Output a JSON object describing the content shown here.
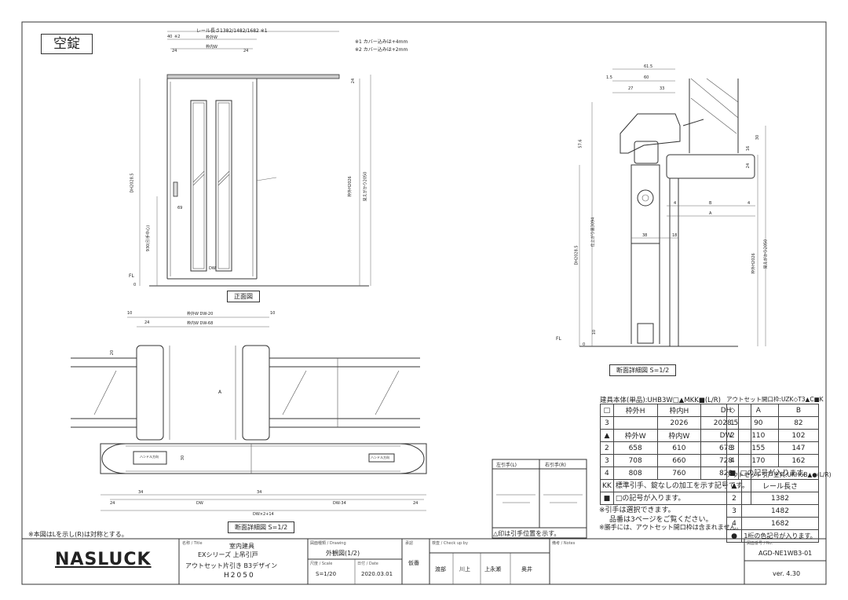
{
  "stamp": "空錠",
  "notes": {
    "cover1": "※1 カバー込みは+4mm",
    "cover2": "※2 カバー込みは+2mm",
    "mirror": "※本図はLを示し(R)は対称とする。"
  },
  "front": {
    "rail_dim": "レール長さ1382/1482/1682 ※1",
    "d40": "40",
    "d52": "※2",
    "frame_w": "枠外W",
    "inner_w": "枠内W",
    "d24a": "24",
    "d24b": "24",
    "d24c": "24",
    "dh": "DH2028.5",
    "handle_h": "930(引手中心)",
    "d69": "69",
    "dw": "DW",
    "frame_h": "枠外H2026",
    "pass_h": "見えがかり2050",
    "fl": "FL",
    "d0": "0",
    "caption": "正面図"
  },
  "plan": {
    "d10a": "10",
    "d10b": "10",
    "frame_w": "枠外W DW-20",
    "inner_w": "枠内W DW-68",
    "d24": "24",
    "dA": "A",
    "d20": "20",
    "d30": "30",
    "d34a": "34",
    "d34b": "34",
    "d24l": "24",
    "d24r": "24",
    "dw": "DW",
    "dw34": "DW-34",
    "total": "DW×2+14",
    "arrow_l": "ハンドル方向",
    "arrow_r": "ハンドル方向",
    "caption": "断面詳細図 S=1/2"
  },
  "section": {
    "d615": "61.5",
    "d15": "1.5",
    "d60": "60",
    "d27": "27",
    "d33": "33",
    "d576": "57.6",
    "d16": "16",
    "d30": "30",
    "d24": "24",
    "d4a": "4",
    "d4b": "4",
    "dB": "B",
    "dA": "A",
    "d38": "38",
    "d18": "18",
    "fin_h": "仕上がり高3094",
    "dh": "DH2028.5",
    "frame_h": "枠外H2026",
    "pass_h": "見えがかり2050",
    "d10": "10",
    "fl": "FL",
    "d0": "0",
    "caption": "断面詳細図 S=1/2"
  },
  "pull_diagram": {
    "left": "左引手(L)",
    "right": "右引手(R)",
    "note": "△印は引手位置を示す。"
  },
  "body_table": {
    "title": "建具本体(単品):UHB3W□▲MKK■(L/R)",
    "rows": [
      [
        "□",
        "枠外H",
        "枠内H",
        "DH"
      ],
      [
        "3",
        "",
        "2026",
        "2028.5"
      ],
      [
        "▲",
        "枠外W",
        "枠内W",
        "DW"
      ],
      [
        "2",
        "658",
        "610",
        "678"
      ],
      [
        "3",
        "708",
        "660",
        "728"
      ],
      [
        "4",
        "808",
        "760",
        "828"
      ]
    ],
    "kk_sym": "KK",
    "kk_text": "標準引手、錠なしの加工を示す記号です。",
    "sq_sym": "■",
    "sq_text": "□の記号が入ります。"
  },
  "frame_table": {
    "title": "アウトセット開口枠:UZK◇T3▲C■K",
    "rows": [
      [
        "◇",
        "A",
        "B"
      ],
      [
        "1",
        "90",
        "82"
      ],
      [
        "2",
        "110",
        "102"
      ],
      [
        "3",
        "155",
        "147"
      ],
      [
        "4",
        "170",
        "162"
      ]
    ],
    "sq_sym": "■",
    "sq_text": "□の記号が入ります。"
  },
  "rail_table": {
    "title": "アウトセット引戸金具:UKH6B▲●(L/R)",
    "rows": [
      [
        "▲",
        "レール長さ"
      ],
      [
        "2",
        "1382"
      ],
      [
        "3",
        "1482"
      ],
      [
        "4",
        "1682"
      ]
    ],
    "dot_sym": "●",
    "dot_text": "1桁の色記号が入ります。"
  },
  "remarks": [
    "※引手は選択できます。",
    "品番は3ページをご覧ください。",
    "※勝手には、アウトセット開口枠は含まれません。"
  ],
  "title_block": {
    "logo": "NASLUCK",
    "name_lbl": "名称 / Title",
    "name1": "室内建具",
    "name2": "EXシリーズ 上吊引戸",
    "name3": "アウトセット片引き B3デザイン",
    "name4": "H2050",
    "dwg_lbl": "図面種類 / Drawing",
    "dwg": "外観図(1/2)",
    "scale_lbl": "尺度 / Scale",
    "scale": "S=1/20",
    "date_lbl": "日付 / Date",
    "date": "2020.03.01",
    "appr_lbl": "承認",
    "appr": "仮番",
    "check_lbl": "検査 / Check up by",
    "m1": "渡部",
    "m2": "川上",
    "m3": "上永瀬",
    "m4": "奥井",
    "note_lbl": "備考 / Notes",
    "no_lbl": "図面番号 / No.",
    "no": "AGD-NE1WB3-01",
    "ver": "ver. 4.30"
  }
}
